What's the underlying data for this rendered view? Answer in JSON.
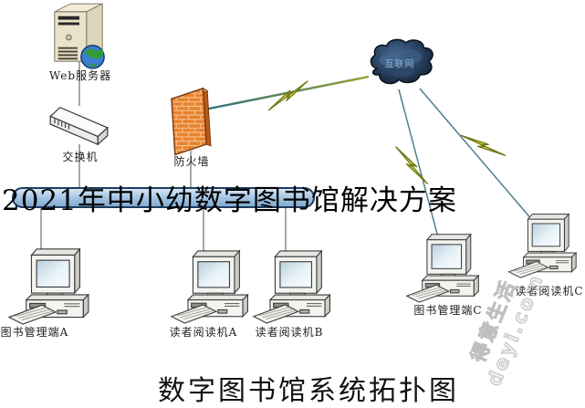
{
  "overlay_title": {
    "text": "2021年中小幼数字图书馆解决方案"
  },
  "diagram_title": {
    "text": "数字图书馆系统拓扑图"
  },
  "nodes": {
    "web_server": {
      "label": "Web服务器"
    },
    "switch_device": {
      "label": "交换机"
    },
    "firewall": {
      "label": "防火墙"
    },
    "internet_cloud": {
      "label": "互联网"
    },
    "library_admin_a": {
      "label": "图书管理端A"
    },
    "reader_a": {
      "label": "读者阅读机A"
    },
    "reader_b": {
      "label": "读者阅读机B"
    },
    "library_admin_c": {
      "label": "图书管理端C"
    },
    "reader_c": {
      "label": "读者阅读机C"
    }
  },
  "watermark": {
    "line1": "得意生活",
    "line2": "deyi.com"
  },
  "colors": {
    "bus_fill": "#a9c9e6",
    "bus_border": "#1e3c62",
    "firewall_orange": "#e8822f",
    "bolt_yellow": "#ecec42",
    "cloud_navy": "#16263c",
    "connector_teal": "#4f7e8d",
    "connector_olive": "#93a135"
  }
}
